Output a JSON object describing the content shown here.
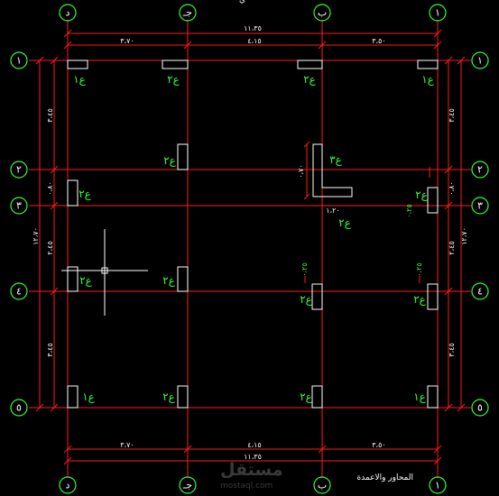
{
  "drawing": {
    "title": "المحاور والاعمدة",
    "top_caption": "ي",
    "colors": {
      "background": "#000000",
      "grid": "#ff1a1a",
      "bubble": "#34ff34",
      "text": "#ffffff"
    }
  },
  "axes_vertical": [
    {
      "label": "١"
    },
    {
      "label": "ب"
    },
    {
      "label": "جـ"
    },
    {
      "label": "د"
    }
  ],
  "axes_horizontal": [
    {
      "label": "١"
    },
    {
      "label": "٢"
    },
    {
      "label": "٣"
    },
    {
      "label": "٤"
    },
    {
      "label": "٥"
    }
  ],
  "dimensions": {
    "top_total": "١١،٣٥",
    "top_segments": [
      "٣،٧٠",
      "٤،١٥",
      "٣،٥٠"
    ],
    "bottom_total": "١١،٣٥",
    "bottom_segments": [
      "٣،٧٠",
      "٤،١٥",
      "٣،٥٠"
    ],
    "left_total": "١٢،٧٠",
    "left_segments": [
      "٣،٤٥",
      "٠،٨٠",
      "٢،٤٥",
      "٣،٤٥"
    ],
    "right_total": "١٢،٧٠",
    "right_segments": [
      "٣،٤٥",
      "٠،٨٠",
      "٢،٤٥",
      "٣،٤٥"
    ]
  },
  "columns": [
    {
      "label": "ع١"
    },
    {
      "label": "ع٢"
    },
    {
      "label": "ع٢"
    },
    {
      "label": "ع١"
    },
    {
      "label": "ع٢"
    },
    {
      "label": "ع٢"
    },
    {
      "label": "ع٢"
    },
    {
      "label": "ع٢"
    },
    {
      "label": "ع٢"
    },
    {
      "label": "ع٢"
    },
    {
      "label": "ع٢"
    },
    {
      "label": "ع٢"
    },
    {
      "label": "ع١"
    },
    {
      "label": "ع٢"
    },
    {
      "label": "ع٢"
    },
    {
      "label": "ع١"
    }
  ],
  "annotations": {
    "l_column_label": "ع٣",
    "l_dim_vertical": "٠،٧٠",
    "l_dim_horizontal": "١،٢٠",
    "offset_marks": [
      "٠،٢٥",
      "٠،٢٥",
      "٠،٢٥"
    ]
  },
  "watermark": {
    "brand": "مستقل",
    "site": "mostaql.com"
  }
}
